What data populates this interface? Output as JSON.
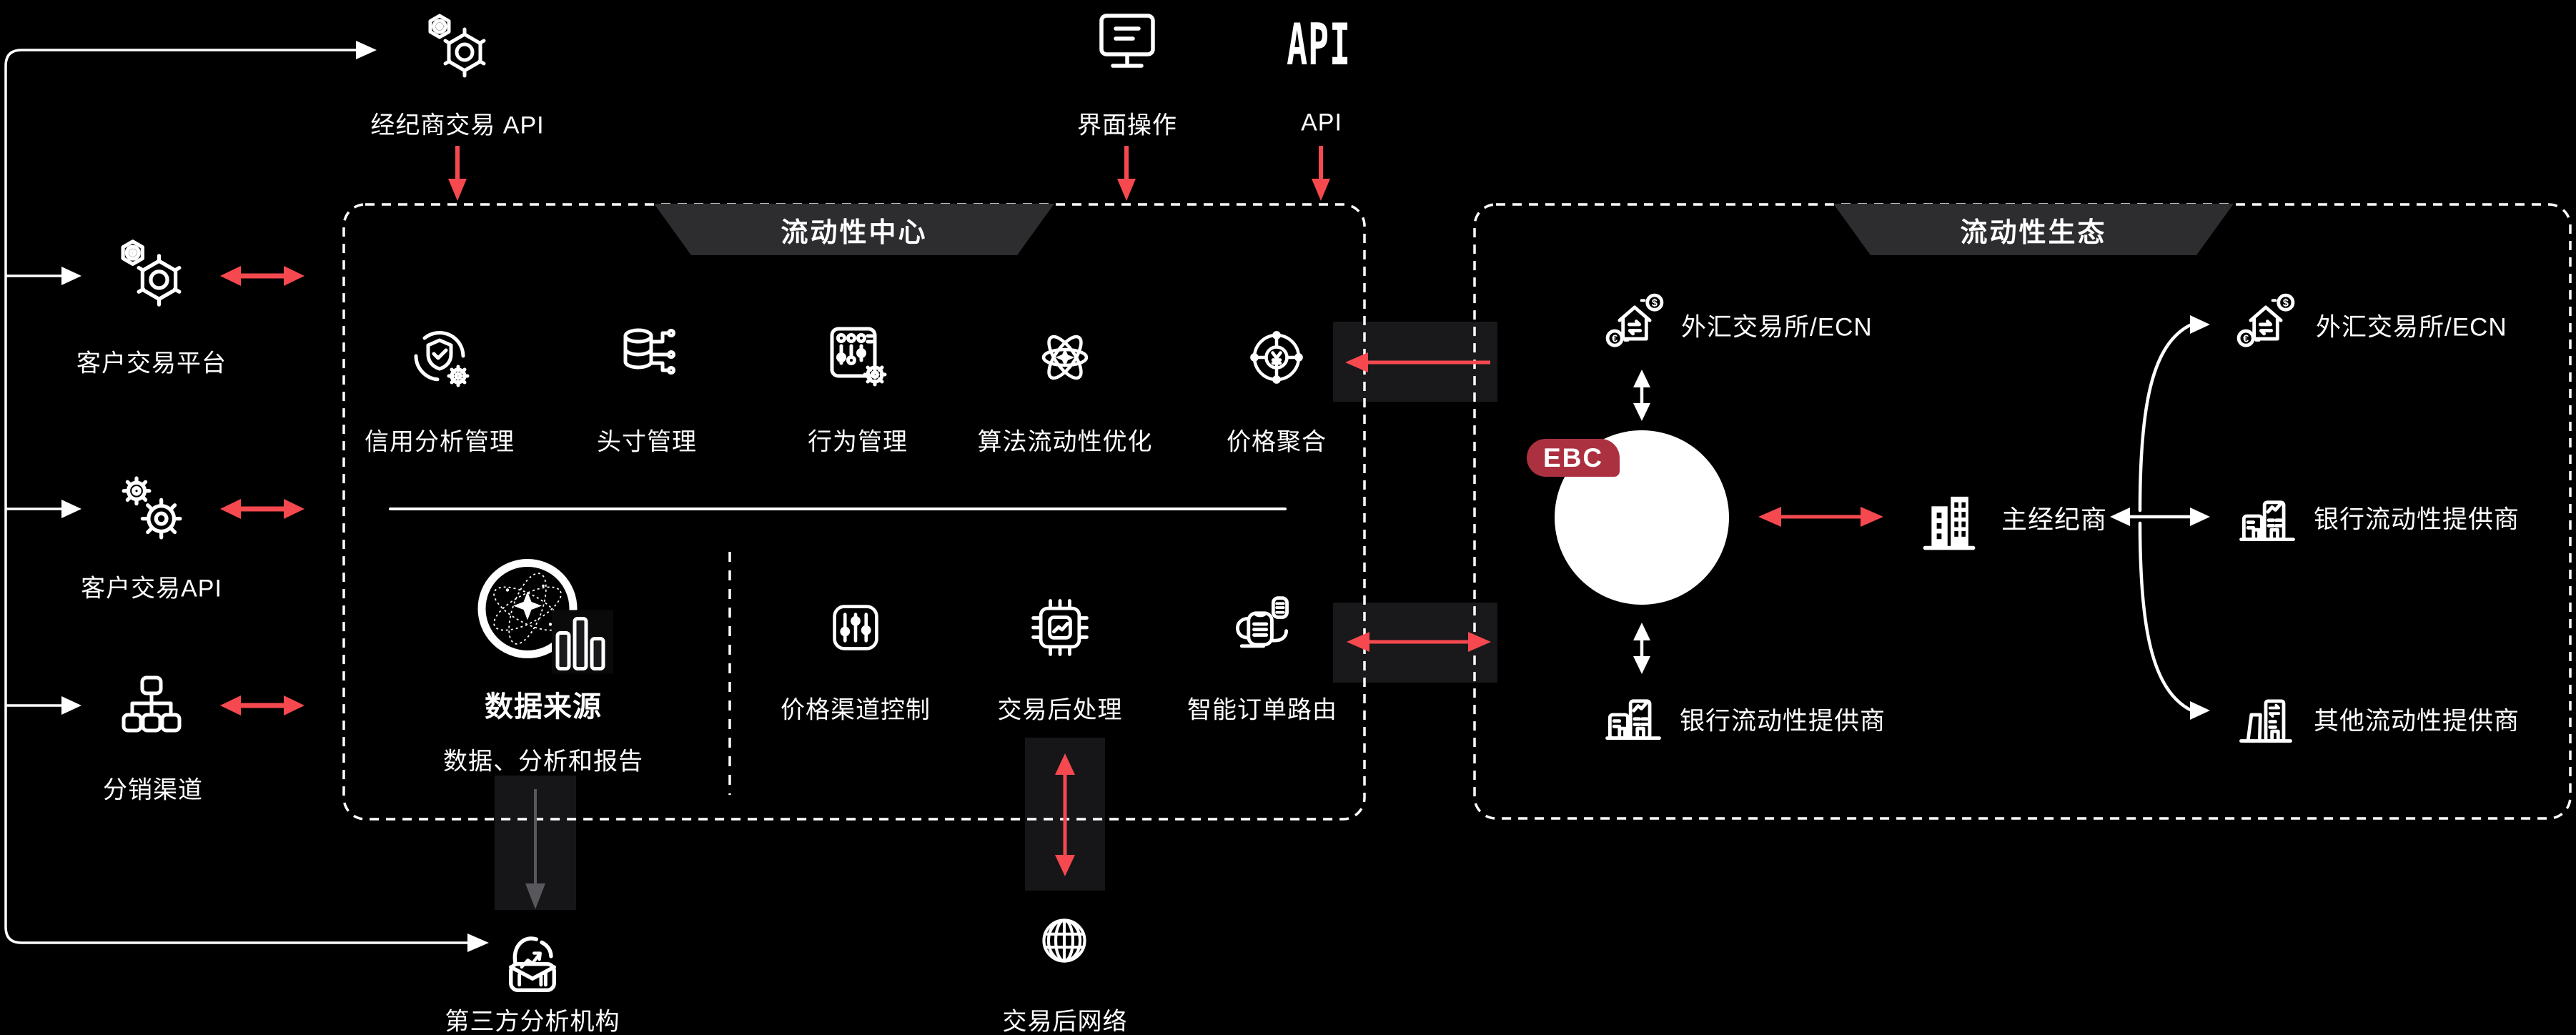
{
  "colors": {
    "background": "#000000",
    "arrow_red": "#f5494f",
    "badge_red": "#ac3140",
    "strip_dark": "#19191b",
    "header_dark": "#2d2d2f",
    "gray_arrow": "#58585c"
  },
  "top_inputs": {
    "broker_api": {
      "label": "经纪商交易 API",
      "icon": "gear-hexagons-icon"
    },
    "ui": {
      "label": "界面操作",
      "icon": "monitor-icon"
    },
    "api": {
      "label": "API",
      "icon_text": "API"
    }
  },
  "left_channels": {
    "platform": {
      "label": "客户交易平台",
      "icon": "hexagon-nut-icon"
    },
    "client_api": {
      "label": "客户交易API",
      "icon": "gears-icon"
    },
    "distribution": {
      "label": "分销渠道",
      "icon": "org-chart-icon"
    }
  },
  "liquidity_hub": {
    "title": "流动性中心",
    "features": [
      {
        "label": "信用分析管理",
        "icon": "shield-gear-icon"
      },
      {
        "label": "头寸管理",
        "icon": "database-network-icon"
      },
      {
        "label": "行为管理",
        "icon": "control-panel-icon"
      },
      {
        "label": "算法流动性优化",
        "icon": "atom-icon"
      },
      {
        "label": "价格聚合",
        "icon": "globe-yen-icon"
      }
    ],
    "data_source": {
      "title": "数据来源",
      "subtitle": "数据、分析和报告",
      "icon": "data-sphere-icon"
    },
    "pipeline": [
      {
        "label": "价格渠道控制",
        "icon": "sliders-icon"
      },
      {
        "label": "交易后处理",
        "icon": "cpu-chart-icon"
      },
      {
        "label": "智能订单路由",
        "icon": "order-routing-icon"
      }
    ]
  },
  "liquidity_eco": {
    "title": "流动性生态",
    "hub_badge": "EBC",
    "fx_top": {
      "label": "外汇交易所/ECN",
      "icon": "exchange-house-icon"
    },
    "bank_bottom": {
      "label": "银行流动性提供商",
      "icon": "bank-building-icon"
    },
    "prime_broker": {
      "label": "主经纪商",
      "icon": "prime-building-icon"
    },
    "fx_right": {
      "label": "外汇交易所/ECN",
      "icon": "exchange-house-icon"
    },
    "bank_right": {
      "label": "银行流动性提供商",
      "icon": "bank-building-icon"
    },
    "other_right": {
      "label": "其他流动性提供商",
      "icon": "other-building-icon"
    }
  },
  "bottom_nodes": {
    "third_party": {
      "label": "第三方分析机构",
      "icon": "briefcase-chart-icon"
    },
    "post_trade_network": {
      "label": "交易后网络",
      "icon": "globe-icon"
    }
  }
}
